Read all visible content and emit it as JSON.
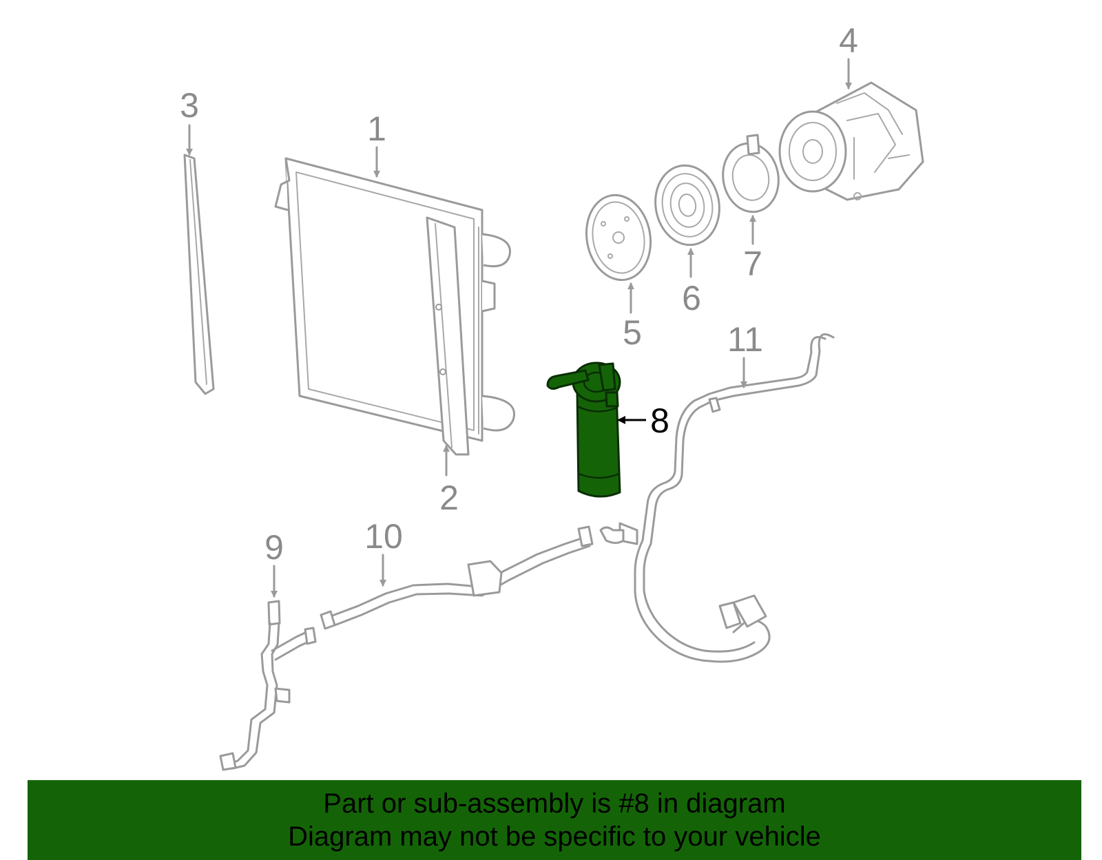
{
  "callouts": {
    "c1": "1",
    "c2": "2",
    "c3": "3",
    "c4": "4",
    "c5": "5",
    "c6": "6",
    "c7": "7",
    "c8": "8",
    "c9": "9",
    "c10": "10",
    "c11": "11"
  },
  "highlight": {
    "part_number": "8",
    "color": "#146407"
  },
  "banner": {
    "line1": "Part or sub-assembly is #8 in diagram",
    "line2": "Diagram may not be specific to your vehicle"
  }
}
